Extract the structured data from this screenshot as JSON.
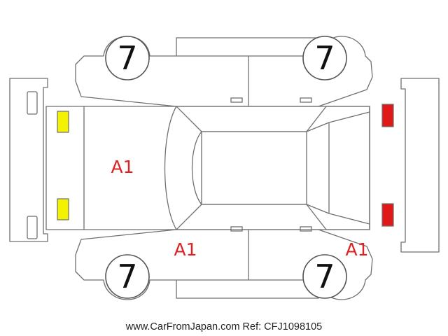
{
  "diagram": {
    "wheels": {
      "front_left": "7",
      "front_right": "7",
      "rear_left": "7",
      "rear_right": "7"
    },
    "damage_marks": {
      "hood": "A1",
      "left_side": "A1",
      "rear_left": "A1"
    },
    "footer": "www.CarFromJapan.com Ref: CFJ1098105",
    "colors": {
      "outline": "#6f6f6f",
      "damage_text": "#dd2222",
      "headlight_fill": "#f3f300",
      "taillight_fill": "#e01818"
    }
  }
}
